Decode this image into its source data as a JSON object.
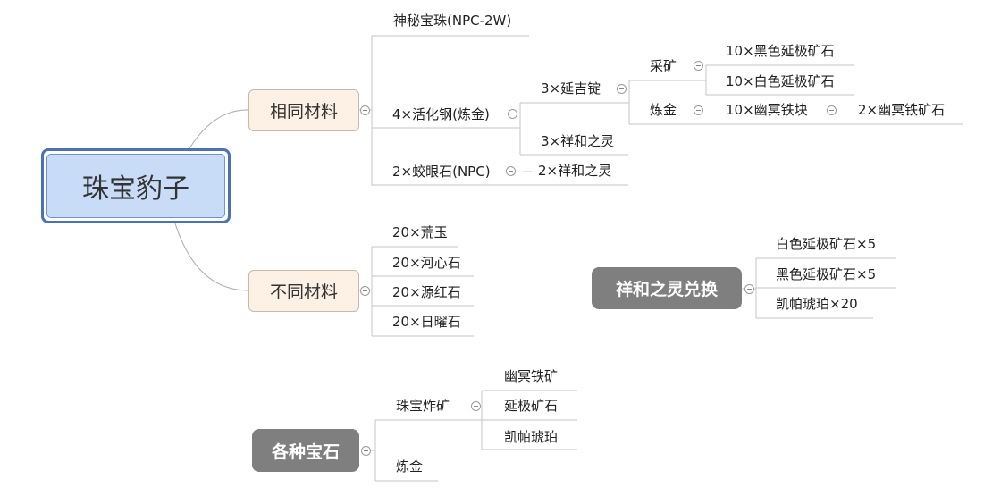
{
  "root": {
    "title": "珠宝豹子"
  },
  "branch_same": {
    "label": "相同材料",
    "items": {
      "mystery_pearl": "神秘宝珠(NPC-2W)",
      "steel": "4×活化钢(炼金)",
      "yanji": "3×延吉锭",
      "mining": "采矿",
      "black_ore": "10×黑色延极矿石",
      "white_ore": "10×白色延极矿石",
      "alchemy": "炼金",
      "youming_block": "10×幽冥铁块",
      "youming_ore": "2×幽冥铁矿石",
      "spirit_a": "3×祥和之灵",
      "jiaoyan": "2×蛟眼石(NPC)",
      "spirit_b": "2×祥和之灵"
    }
  },
  "branch_diff": {
    "label": "不同材料",
    "items": [
      "20×荒玉",
      "20×河心石",
      "20×源红石",
      "20×日曜石"
    ]
  },
  "spirit_exchange": {
    "label": "祥和之灵兑换",
    "items": [
      "白色延极矿石×5",
      "黑色延极矿石×5",
      "凯帕琥珀×20"
    ]
  },
  "gems": {
    "label": "各种宝石",
    "jewel_mining": "珠宝炸矿",
    "ores": [
      "幽冥铁矿",
      "延极矿石",
      "凯帕琥珀"
    ],
    "alchemy": "炼金"
  },
  "colors": {
    "root_border": "#4a72b4",
    "root_fill": "#c9dcf7",
    "main_fill": "#fdf1e6",
    "dark_fill": "#7f7f7f"
  }
}
